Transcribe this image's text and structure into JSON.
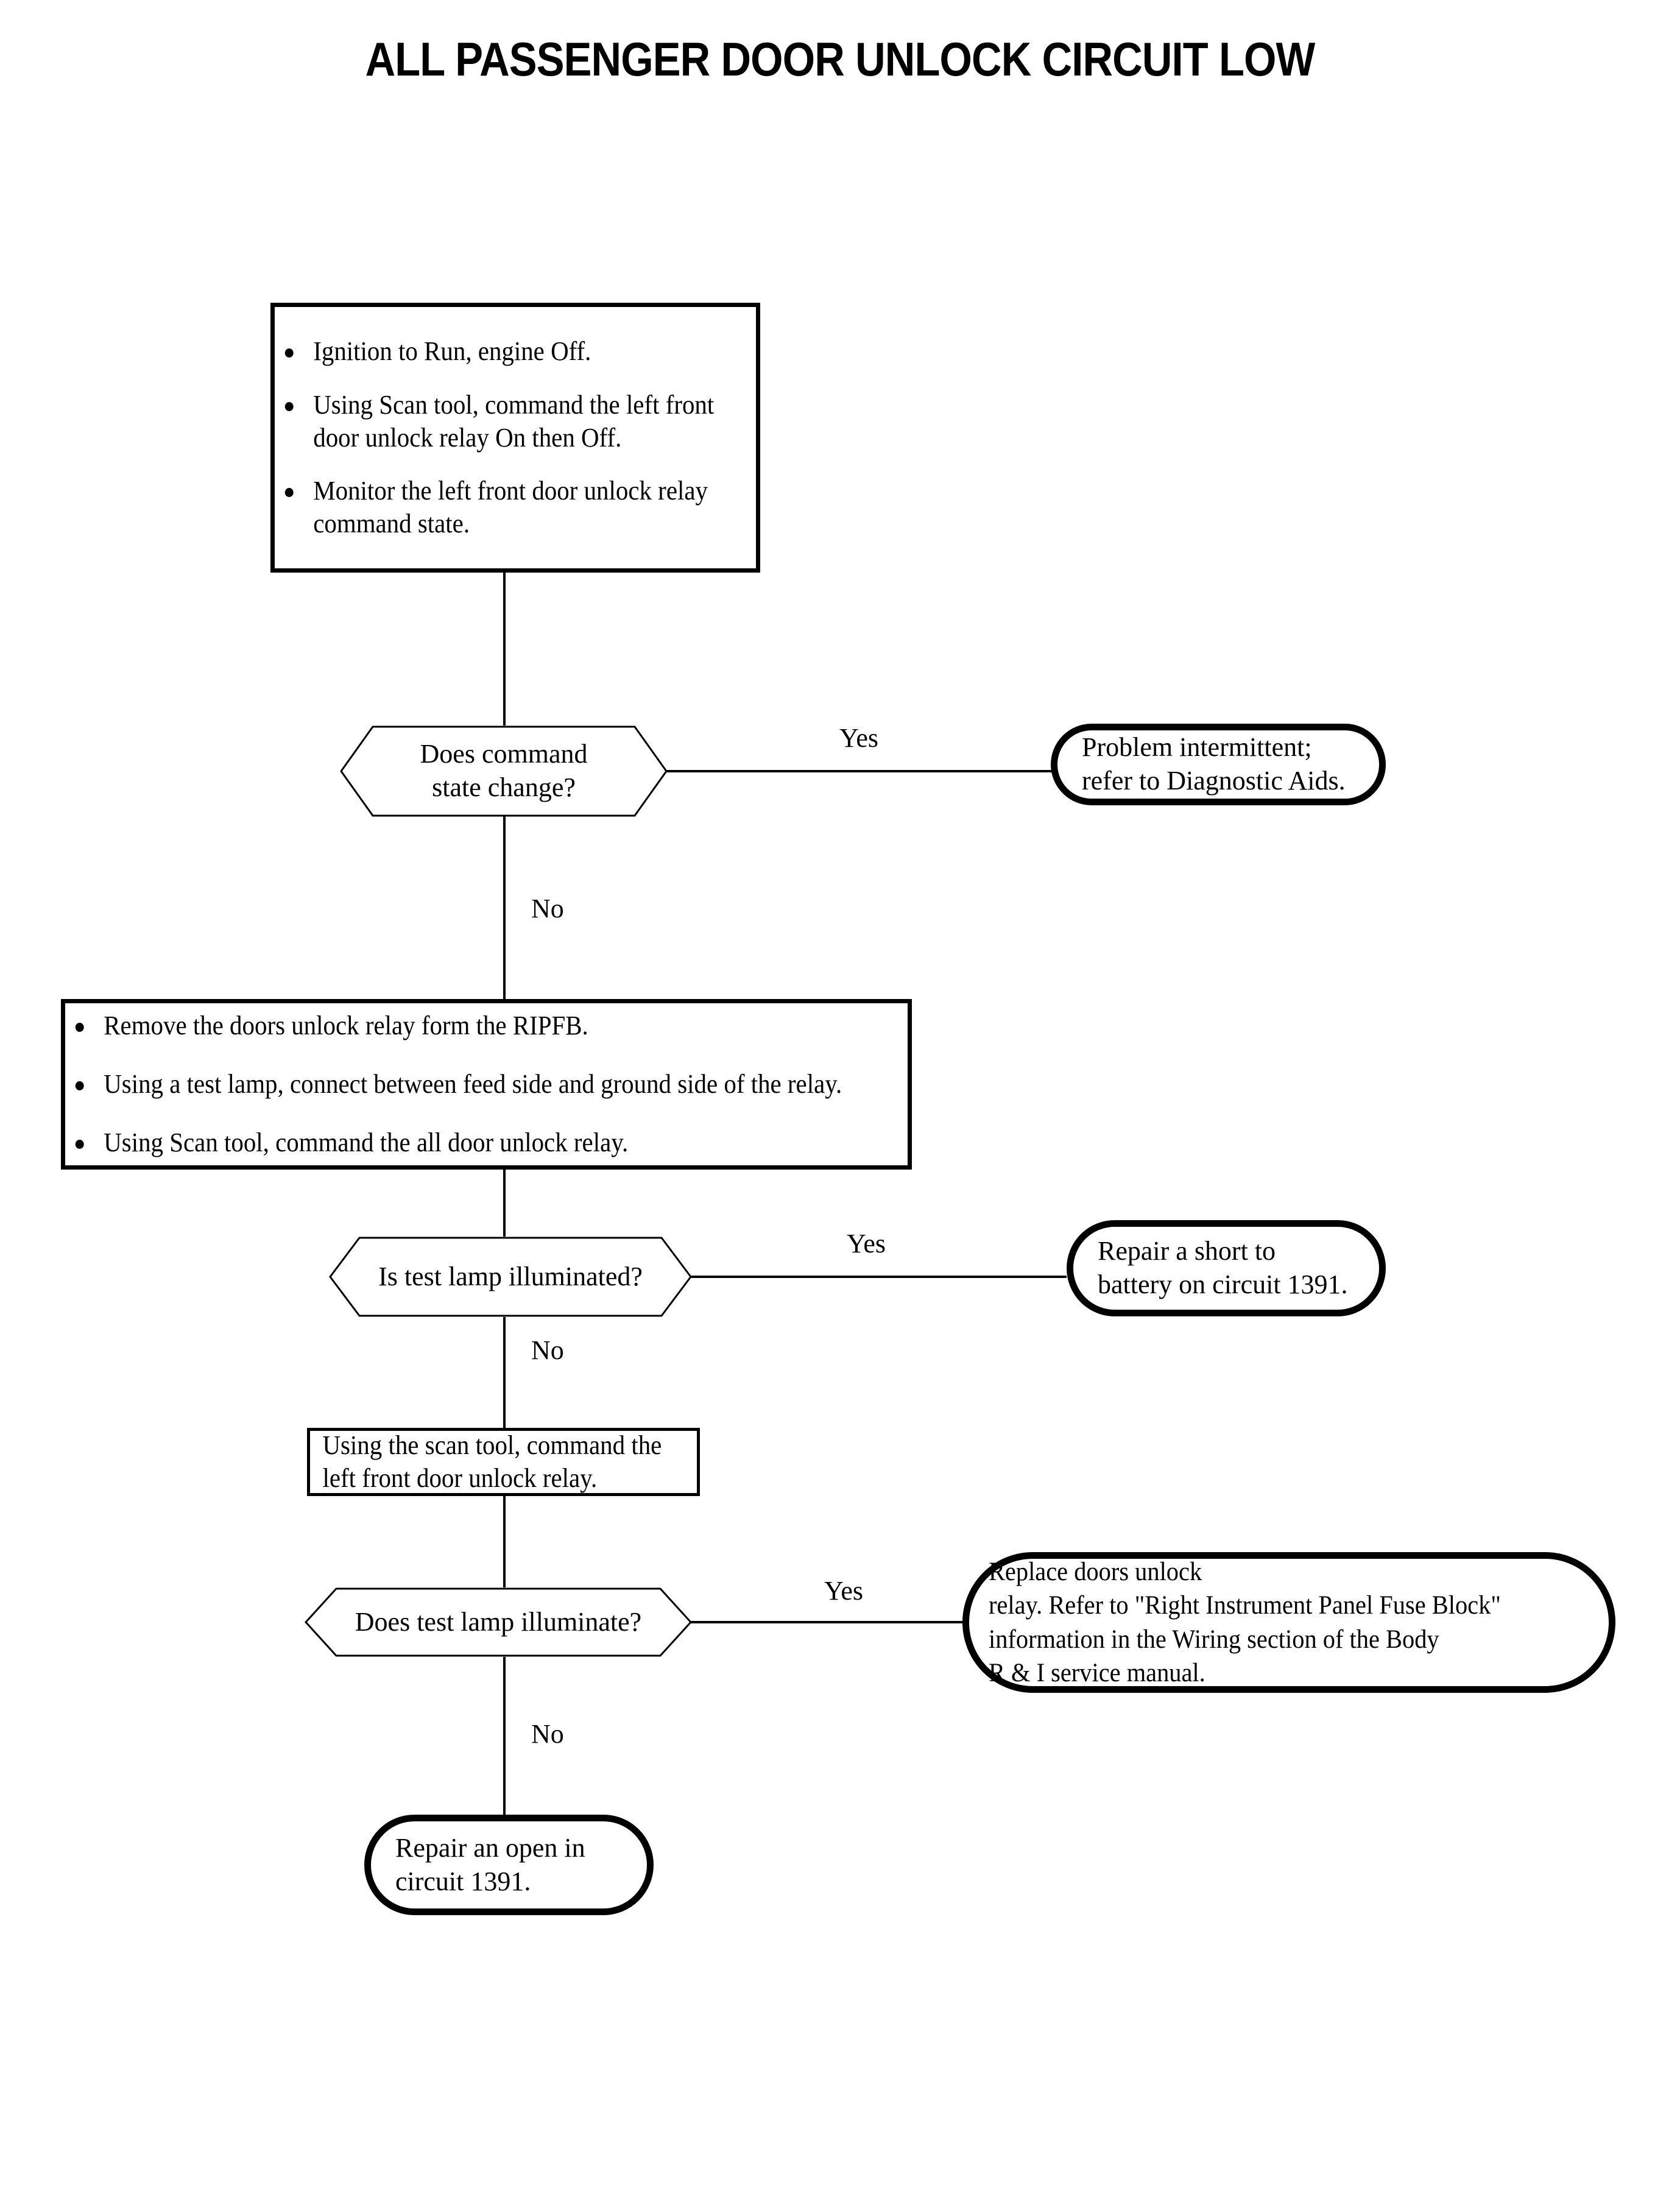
{
  "title": "ALL PASSENGER DOOR UNLOCK CIRCUIT LOW",
  "chart_data": {
    "type": "diagram",
    "diagram_type": "troubleshooting-flowchart",
    "title": "ALL PASSENGER DOOR UNLOCK CIRCUIT LOW",
    "nodes": [
      {
        "id": "step1",
        "shape": "process",
        "bullets": [
          "Ignition to Run, engine Off.",
          "Using Scan tool, command the left\nfront door unlock relay On then Off.",
          "Monitor the left front door unlock\nrelay command state."
        ]
      },
      {
        "id": "decision1",
        "shape": "decision",
        "text": "Does command\nstate change?"
      },
      {
        "id": "terminal1",
        "shape": "terminal",
        "text": "Problem intermittent;\nrefer to Diagnostic Aids."
      },
      {
        "id": "step2",
        "shape": "process",
        "bullets": [
          "Remove the doors unlock relay form the RIPFB.",
          "Using a test lamp, connect between feed side and ground side of the relay.",
          "Using Scan tool, command the all door unlock relay."
        ]
      },
      {
        "id": "decision2",
        "shape": "decision",
        "text": "Is test lamp illuminated?"
      },
      {
        "id": "terminal2",
        "shape": "terminal",
        "text": "Repair a short to\nbattery on circuit 1391."
      },
      {
        "id": "step3",
        "shape": "process",
        "text": "Using the scan tool, command the\nleft front door unlock relay."
      },
      {
        "id": "decision3",
        "shape": "decision",
        "text": "Does test lamp illuminate?"
      },
      {
        "id": "terminal3",
        "shape": "terminal",
        "text": "Replace doors unlock\nrelay.  Refer to \"Right Instrument Panel Fuse Block\"\ninformation in the Wiring section of the Body\nR & I service manual."
      },
      {
        "id": "terminal4",
        "shape": "terminal",
        "text": "Repair an open in\ncircuit 1391."
      }
    ],
    "edges": [
      {
        "from": "step1",
        "to": "decision1",
        "label": ""
      },
      {
        "from": "decision1",
        "to": "terminal1",
        "label": "Yes"
      },
      {
        "from": "decision1",
        "to": "step2",
        "label": "No"
      },
      {
        "from": "step2",
        "to": "decision2",
        "label": ""
      },
      {
        "from": "decision2",
        "to": "terminal2",
        "label": "Yes"
      },
      {
        "from": "decision2",
        "to": "step3",
        "label": "No"
      },
      {
        "from": "step3",
        "to": "decision3",
        "label": ""
      },
      {
        "from": "decision3",
        "to": "terminal3",
        "label": "Yes"
      },
      {
        "from": "decision3",
        "to": "terminal4",
        "label": "No"
      }
    ]
  },
  "step1": {
    "bullet1": "Ignition to Run, engine Off.",
    "bullet2": "Using Scan tool, command the left front door unlock relay On then Off.",
    "bullet3": "Monitor the left front door unlock relay command state."
  },
  "decision1": {
    "text": "Does command\nstate change?"
  },
  "terminal1": {
    "text": "Problem intermittent;\nrefer to Diagnostic Aids."
  },
  "step2": {
    "bullet1": "Remove the doors unlock relay form the RIPFB.",
    "bullet2": "Using a test lamp, connect between feed side and ground side of the relay.",
    "bullet3": "Using Scan tool, command the all door unlock relay."
  },
  "decision2": {
    "text": "Is test lamp illuminated?"
  },
  "terminal2": {
    "text": "Repair a short to\nbattery on circuit 1391."
  },
  "step3": {
    "text": "Using the scan tool, command the\nleft front door unlock relay."
  },
  "decision3": {
    "text": "Does test lamp illuminate?"
  },
  "terminal3": {
    "text": "Replace doors unlock\nrelay.  Refer to \"Right Instrument Panel Fuse Block\"\ninformation in the Wiring section of the Body\nR & I service manual."
  },
  "terminal4": {
    "text": "Repair an open in\ncircuit 1391."
  },
  "labels": {
    "yes1": "Yes",
    "no1": "No",
    "yes2": "Yes",
    "no2": "No",
    "yes3": "Yes",
    "no3": "No"
  },
  "colors": {
    "ink": "#000000",
    "paper": "#ffffff"
  }
}
